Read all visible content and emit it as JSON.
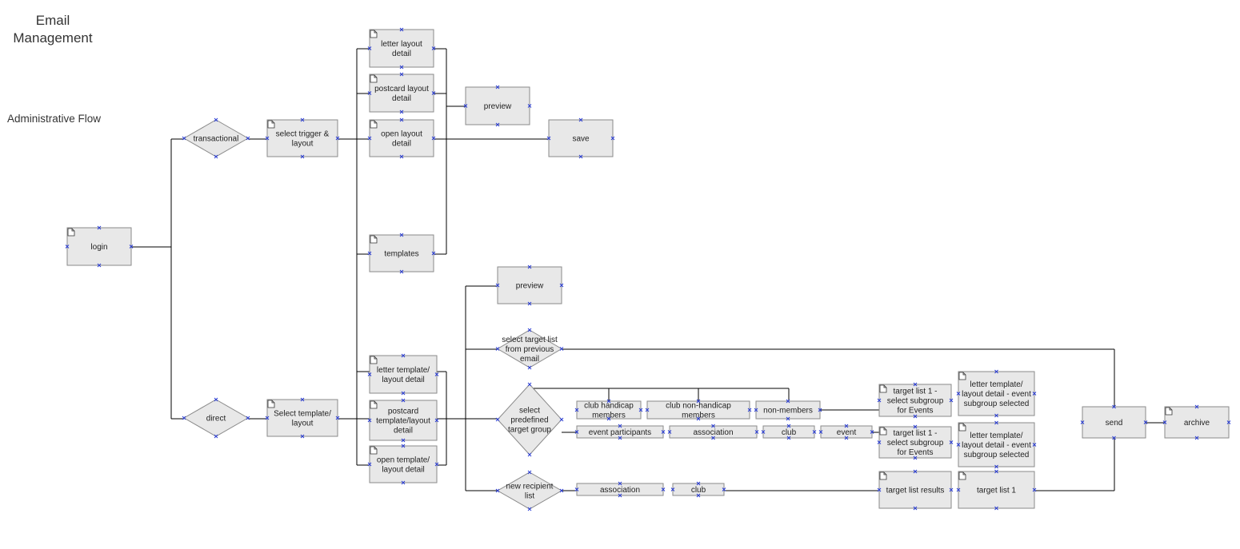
{
  "header": {
    "title_line1": "Email",
    "title_line2": "Management",
    "subtitle": "Administrative Flow"
  },
  "nodes": [
    {
      "id": "login",
      "lines": [
        "login"
      ],
      "doc": true
    },
    {
      "id": "transactional",
      "lines": [
        "transactional"
      ],
      "shape": "diamond"
    },
    {
      "id": "direct",
      "lines": [
        "direct"
      ],
      "shape": "diamond"
    },
    {
      "id": "select-trigger",
      "lines": [
        "select trigger &",
        "layout"
      ],
      "doc": true
    },
    {
      "id": "select-template",
      "lines": [
        "Select template/",
        "layout"
      ],
      "doc": true
    },
    {
      "id": "letter-layout",
      "lines": [
        "letter layout",
        "detail"
      ],
      "doc": true
    },
    {
      "id": "postcard-layout",
      "lines": [
        "postcard layout",
        "detail"
      ],
      "doc": true
    },
    {
      "id": "open-layout",
      "lines": [
        "open layout",
        "detail"
      ],
      "doc": true
    },
    {
      "id": "templates",
      "lines": [
        "templates"
      ],
      "doc": true
    },
    {
      "id": "letter-template",
      "lines": [
        "letter template/",
        "layout detail"
      ],
      "doc": true
    },
    {
      "id": "postcard-template",
      "lines": [
        "postcard",
        "template/layout",
        "detail"
      ],
      "doc": true
    },
    {
      "id": "open-template",
      "lines": [
        "open template/",
        "layout detail"
      ],
      "doc": true
    },
    {
      "id": "preview-1",
      "lines": [
        "preview"
      ]
    },
    {
      "id": "save",
      "lines": [
        "save"
      ]
    },
    {
      "id": "preview-2",
      "lines": [
        "preview"
      ]
    },
    {
      "id": "select-target-prev",
      "lines": [
        "select target list",
        "from previous",
        "email"
      ],
      "shape": "diamond"
    },
    {
      "id": "select-predefined",
      "lines": [
        "select",
        "predefined",
        "target group"
      ],
      "shape": "diamond"
    },
    {
      "id": "new-recipient",
      "lines": [
        "new recipient",
        "list"
      ],
      "shape": "diamond"
    },
    {
      "id": "club-handicap",
      "lines": [
        "club handicap",
        "members"
      ]
    },
    {
      "id": "club-non-handicap",
      "lines": [
        "club non-handicap",
        "members"
      ]
    },
    {
      "id": "non-members",
      "lines": [
        "non-members"
      ]
    },
    {
      "id": "event-participants",
      "lines": [
        "event participants"
      ]
    },
    {
      "id": "association-1",
      "lines": [
        "association"
      ]
    },
    {
      "id": "club-1",
      "lines": [
        "club"
      ]
    },
    {
      "id": "event",
      "lines": [
        "event"
      ]
    },
    {
      "id": "association-2",
      "lines": [
        "association"
      ]
    },
    {
      "id": "club-2",
      "lines": [
        "club"
      ]
    },
    {
      "id": "target-list-sub-1",
      "lines": [
        "target list 1 -",
        "select subgroup",
        "for Events"
      ],
      "doc": true
    },
    {
      "id": "target-list-sub-2",
      "lines": [
        "target list 1 -",
        "select subgroup",
        "for Events"
      ],
      "doc": true
    },
    {
      "id": "letter-event-1",
      "lines": [
        "letter template/",
        "layout detail - event",
        "subgroup selected"
      ],
      "doc": true
    },
    {
      "id": "letter-event-2",
      "lines": [
        "letter template/",
        "layout detail - event",
        "subgroup selected"
      ],
      "doc": true
    },
    {
      "id": "target-list-results",
      "lines": [
        "target list results"
      ],
      "doc": true
    },
    {
      "id": "target-list-1",
      "lines": [
        "target list 1"
      ],
      "doc": true
    },
    {
      "id": "send",
      "lines": [
        "send"
      ]
    },
    {
      "id": "archive",
      "lines": [
        "archive"
      ],
      "doc": true
    }
  ]
}
